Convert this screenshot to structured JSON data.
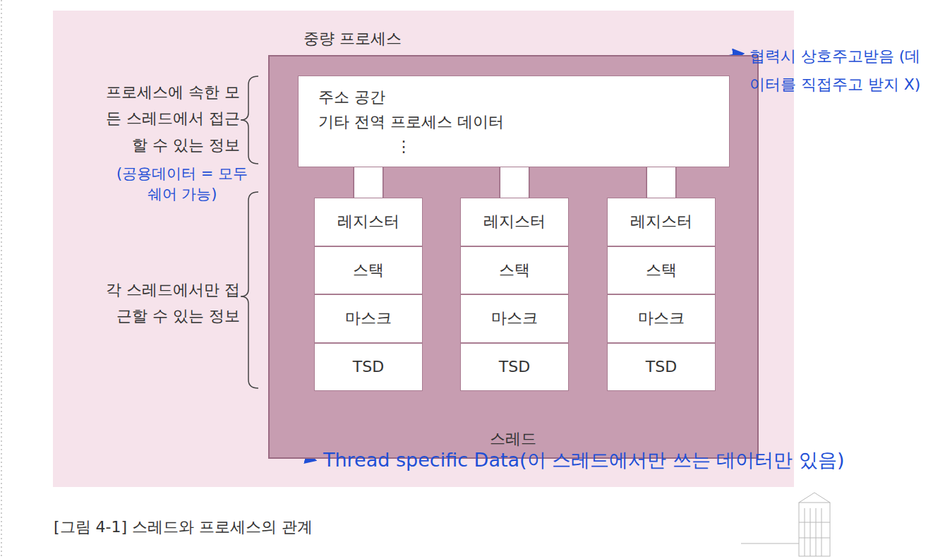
{
  "diagram": {
    "caption": "[그림 4-1] 스레드와 프로세스의 관계",
    "nodes": [
      {
        "text": [
          "중량 프로세스"
        ]
      },
      {
        "text": [
          "주소 공간",
          "기타 전역 프로세스 데이터",
          "⋮"
        ],
        "in": 0
      },
      {
        "text": [
          "레지스터"
        ],
        "in": 0
      },
      {
        "text": [
          "스택"
        ],
        "in": 0
      },
      {
        "text": [
          "마스크"
        ],
        "in": 0
      },
      {
        "text": [
          "TSD"
        ],
        "in": 0
      },
      {
        "text": [
          "레지스터"
        ],
        "in": 0
      },
      {
        "text": [
          "스택"
        ],
        "in": 0
      },
      {
        "text": [
          "마스크"
        ],
        "in": 0
      },
      {
        "text": [
          "TSD"
        ],
        "in": 0
      },
      {
        "text": [
          "레지스터"
        ],
        "in": 0
      },
      {
        "text": [
          "스택"
        ],
        "in": 0
      },
      {
        "text": [
          "마스크"
        ],
        "in": 0
      },
      {
        "text": [
          "TSD"
        ],
        "in": 0
      }
    ],
    "edges": [
      {
        "from": 1,
        "to": 2,
        "arrow": "none"
      },
      {
        "from": 1,
        "to": 6,
        "arrow": "none"
      },
      {
        "from": 1,
        "to": 10,
        "arrow": "none"
      }
    ],
    "labels": [
      "프로세스에 속한 모든 스레드에서 접근할 수 있는 정보",
      "(공용데이터 = 모두 쉐어 가능)",
      "각 스레드에서만 접근할 수 있는 정보",
      "스레드",
      "협력시 상호주고받음 (데이터를 직접주고 받지 X)",
      "Thread specific Data(이 스레드에서만 쓰는 데이터만 있음)"
    ]
  }
}
